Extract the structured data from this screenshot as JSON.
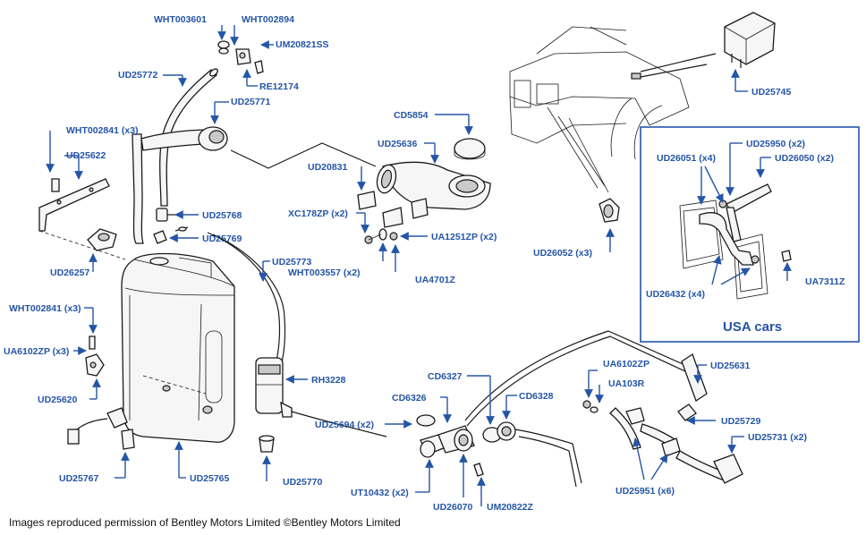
{
  "labels": {
    "wht003601": "WHT003601",
    "wht002894": "WHT002894",
    "um20821ss": "UM20821SS",
    "re12174": "RE12174",
    "ud25772": "UD25772",
    "ud25771": "UD25771",
    "wht002841_top": "WHT002841 (x3)",
    "ud25622": "UD25622",
    "ud25768": "UD25768",
    "ud25769": "UD25769",
    "ud26257": "UD26257",
    "ud25773": "UD25773",
    "cd5854": "CD5854",
    "ud25636": "UD25636",
    "ud20831": "UD20831",
    "xc178zp": "XC178ZP (x2)",
    "ua1251zp": "UA1251ZP (x2)",
    "wht003557": "WHT003557 (x2)",
    "ua4701z": "UA4701Z",
    "ud25745": "UD25745",
    "ud26052": "UD26052 (x3)",
    "ud25950": "UD25950 (x2)",
    "ud26051": "UD26051 (x4)",
    "ud26050": "UD26050 (x2)",
    "ud26432": "UD26432 (x4)",
    "ua7311z": "UA7311Z",
    "usa_cars": "USA cars",
    "wht002841_left": "WHT002841 (x3)",
    "ua6102zp_left": "UA6102ZP (x3)",
    "ud25620": "UD25620",
    "ud25767": "UD25767",
    "ud25765": "UD25765",
    "ud25770": "UD25770",
    "rh3228": "RH3228",
    "cd6327": "CD6327",
    "cd6326": "CD6326",
    "cd6328": "CD6328",
    "ud25694": "UD25694 (x2)",
    "ut10432": "UT10432 (x2)",
    "ud26070": "UD26070",
    "um20822z": "UM20822Z",
    "ua6102zp_right": "UA6102ZP",
    "ua103r": "UA103R",
    "ud25631": "UD25631",
    "ud25729": "UD25729",
    "ud25731": "UD25731 (x2)",
    "ud25951": "UD25951 (x6)"
  },
  "caption": "Images reproduced permission of Bentley Motors Limited ©Bentley Motors Limited",
  "colors": {
    "label": "#2455a6",
    "line": "#1a1a1a"
  }
}
